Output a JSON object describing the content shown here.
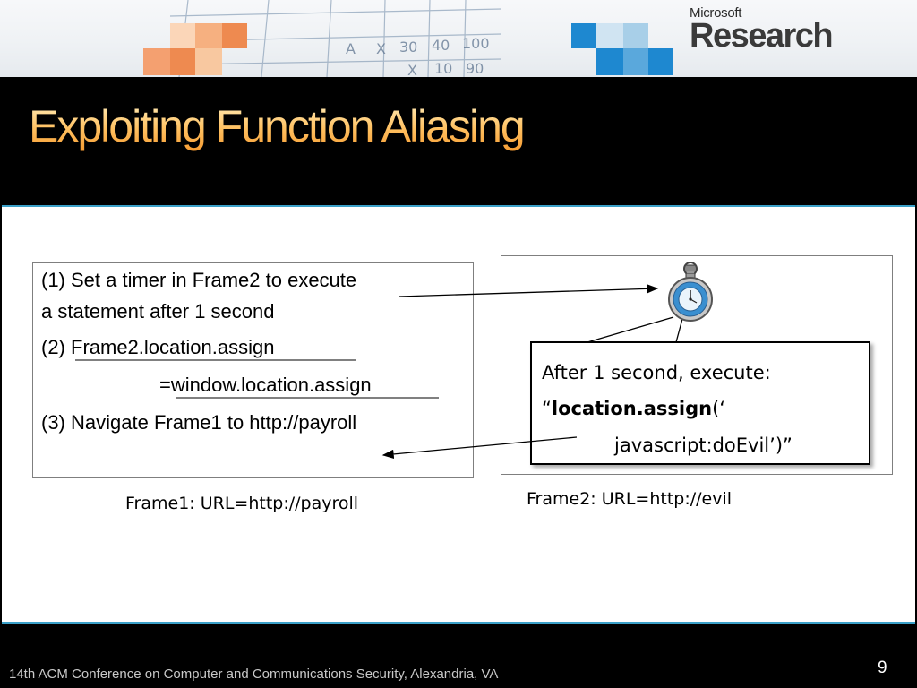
{
  "header": {
    "logo_small": "Microsoft",
    "logo_big": "Research",
    "title": "Exploiting Function Aliasing"
  },
  "frame1": {
    "line1": "(1) Set a timer in Frame2 to execute",
    "line2": "a statement after 1 second",
    "line3_prefix": "(2) ",
    "line3_target": "Frame2.location.assign",
    "line4_prefix": "=",
    "line4_target": "window.location.assign",
    "line5": "(3) Navigate Frame1 to http://payroll",
    "caption": "Frame1:  URL=http://payroll"
  },
  "frame2": {
    "caption": "Frame2: URL=http://evil",
    "popup_line1": "After 1 second, execute:",
    "popup_line2_prefix": "“",
    "popup_line2_bold": "location.assign",
    "popup_line2_suffix": "(‘",
    "popup_line3": "javascript:doEvil’)”"
  },
  "icons": {
    "timer": "stopwatch-icon"
  },
  "colors": {
    "title_gradient_top": "#fff0c0",
    "title_gradient_bottom": "#f59a30",
    "accent_blue": "#3aa0c8"
  },
  "footer": {
    "conference": "14th ACM Conference on Computer and Communications Security, Alexandria, VA",
    "page_number": "9"
  }
}
